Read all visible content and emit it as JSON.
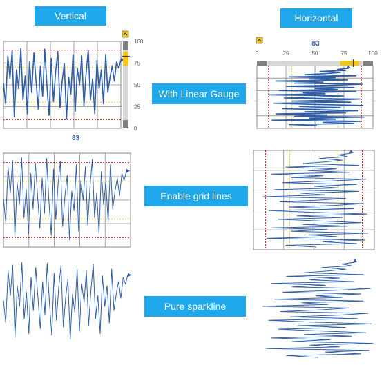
{
  "labels": {
    "vertical": "Vertical",
    "horizontal": "Horizontal",
    "gauge": "With Linear Gauge",
    "grid": "Enable grid lines",
    "sparkline": "Pure sparkline"
  },
  "colors": {
    "label_bg": "#1fa9ec",
    "line": "#2e5ea8",
    "gauge_fill": "#f5c518",
    "gauge_track": "#d7d7d7",
    "gauge_dark": "#808080",
    "threshold_red": "#e02020",
    "threshold_yellow": "#f5c518",
    "grid": "#8a8a8a"
  },
  "icons": {
    "collapse": "chevron-up-icon",
    "end_marker": "arrow-right-icon"
  },
  "chart_data": {
    "type": "line",
    "gauge_value": 83,
    "gauge_value_label": "83",
    "axis_ticks": [
      "0",
      "25",
      "50",
      "75",
      "100"
    ],
    "ylim": [
      0,
      100
    ],
    "thresholds": {
      "red": [
        10,
        90
      ],
      "yellow": [
        30,
        70
      ]
    },
    "series": [
      {
        "values": [
          52,
          25,
          88,
          58,
          95,
          8,
          70,
          45,
          98,
          30,
          62,
          12,
          80,
          40,
          92,
          55,
          18,
          75,
          35,
          97,
          48,
          10,
          85,
          28,
          68,
          94,
          20,
          55,
          78,
          5,
          60,
          38,
          90,
          15,
          72,
          50,
          88,
          22,
          65,
          96,
          30,
          58,
          12,
          82,
          45,
          70,
          25,
          90,
          40,
          60,
          75,
          55,
          80,
          72,
          83
        ]
      }
    ]
  }
}
